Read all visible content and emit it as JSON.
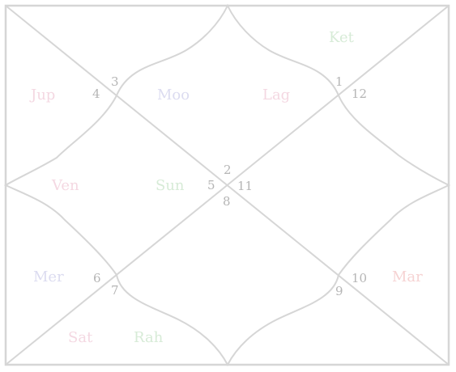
{
  "chart": {
    "houses": [
      {
        "number": "1"
      },
      {
        "number": "2"
      },
      {
        "number": "3"
      },
      {
        "number": "4"
      },
      {
        "number": "5"
      },
      {
        "number": "6"
      },
      {
        "number": "7"
      },
      {
        "number": "8"
      },
      {
        "number": "9"
      },
      {
        "number": "10"
      },
      {
        "number": "11"
      },
      {
        "number": "12"
      }
    ],
    "planets": [
      {
        "label": "Ket",
        "color": "#d7ebd7"
      },
      {
        "label": "Jup",
        "color": "#f4d8e2"
      },
      {
        "label": "Moo",
        "color": "#dcdcf0"
      },
      {
        "label": "Lag",
        "color": "#f4d8e2"
      },
      {
        "label": "Ven",
        "color": "#f4d8e2"
      },
      {
        "label": "Sun",
        "color": "#d7ebd7"
      },
      {
        "label": "Mer",
        "color": "#dcdcf0"
      },
      {
        "label": "Mar",
        "color": "#f6d3d3"
      },
      {
        "label": "Sat",
        "color": "#f4d8e2"
      },
      {
        "label": "Rah",
        "color": "#d7ebd7"
      }
    ]
  }
}
